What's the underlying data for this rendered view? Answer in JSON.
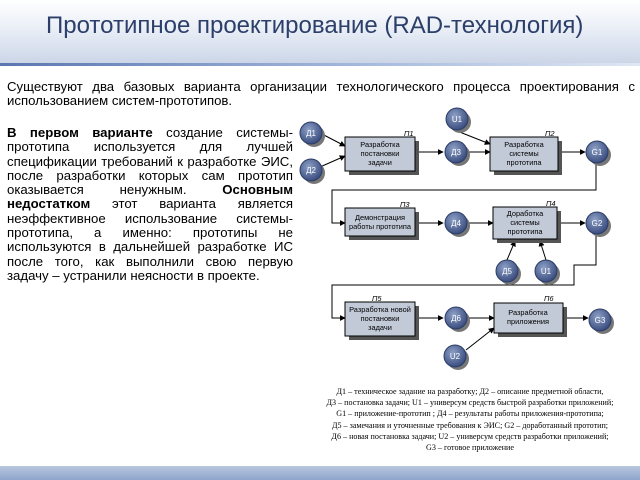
{
  "slide": {
    "title": "Прототипное проектирование (RAD-технология)",
    "intro": "Существуют два базовых варианта организации технологического процесса проектирования с использованием систем-прототипов.",
    "body": {
      "b1": "В первом варианте",
      "t1": " создание системы-прототипа используется для лучшей спецификации требований к разработке ЭИС, после разработки которых сам прототип оказывается ненужным. ",
      "b2": "Основным недостатком",
      "t2": " этот варианта является неэффективное использование системы-прототипа, а именно: прототипы не используются в дальнейшей разработке ИС после того, как выполнили свою первую задачу – устранили неясности в проекте."
    }
  },
  "diagram": {
    "boxes": [
      {
        "id": "p1",
        "lines": [
          "Разработка",
          "постановки",
          "задачи"
        ],
        "tag": "П1"
      },
      {
        "id": "p2",
        "lines": [
          "Разработка",
          "системы",
          "прототипа"
        ],
        "tag": "П2"
      },
      {
        "id": "p3",
        "lines": [
          "Демонстрация",
          "работы прототипа"
        ],
        "tag": "П3"
      },
      {
        "id": "p4",
        "lines": [
          "Доработка",
          "системы",
          "прототипа"
        ],
        "tag": "П4"
      },
      {
        "id": "p5",
        "lines": [
          "Разработка новой",
          "постановки",
          "задачи"
        ],
        "tag": "П5"
      },
      {
        "id": "p6",
        "lines": [
          "Разработка",
          "приложения"
        ],
        "tag": "П6"
      }
    ],
    "nodes": {
      "d1": "Д1",
      "d2": "Д2",
      "d3": "Д3",
      "d4": "Д4",
      "d5": "Д5",
      "d6": "Д6",
      "u1a": "U1",
      "u1b": "U1",
      "u2": "U2",
      "g1": "G1",
      "g2": "G2",
      "g3": "G3"
    }
  },
  "legend": [
    "Д1 – техническое задание на разработку; Д2 – описание предметной области,",
    "Д3 – постановка задачи; U1 – универсум средств быстрой разработки приложений;",
    "G1 – приложение-прототип ; Д4 – результаты работы приложения-прототипа;",
    "Д5 – замечания и уточненные требования к ЭИС; G2 – доработанный прототип;",
    "Д6 – новая постановка задачи; U2 – универсум средств разработки приложений;",
    "G3 – готовое приложение"
  ],
  "colors": {
    "title": "#2c3f6b",
    "node_light": "#8da0c6",
    "node_dark": "#34477a",
    "box_fill": "#c2cad8"
  }
}
